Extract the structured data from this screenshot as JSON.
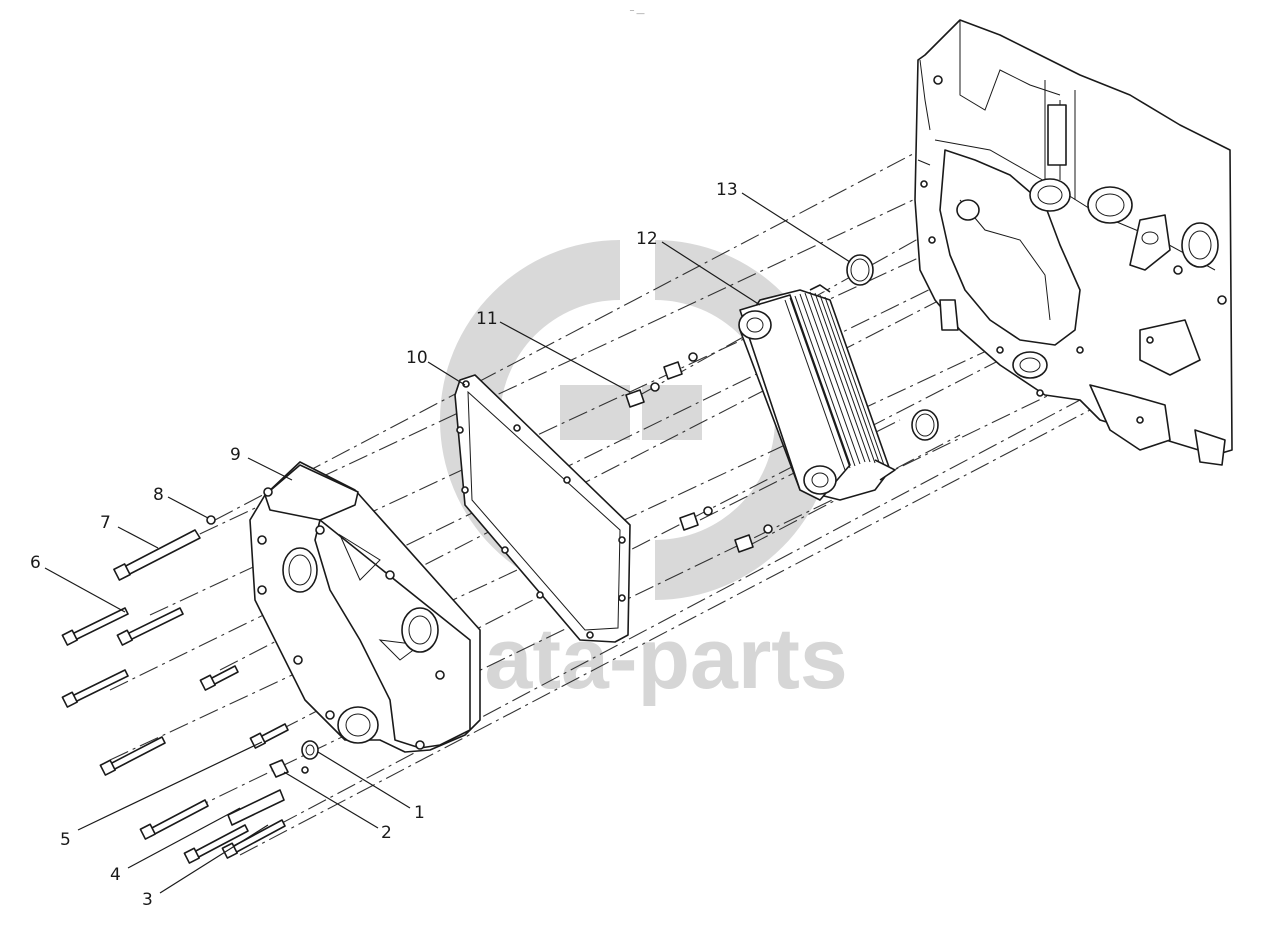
{
  "watermark": {
    "text": "data-parts",
    "color": "#d9d9d9"
  },
  "header_mark": "‾ ―",
  "callouts": [
    {
      "id": "label-1",
      "text": "1"
    },
    {
      "id": "label-2",
      "text": "2"
    },
    {
      "id": "label-3",
      "text": "3"
    },
    {
      "id": "label-4",
      "text": "4"
    },
    {
      "id": "label-5",
      "text": "5"
    },
    {
      "id": "label-6",
      "text": "6"
    },
    {
      "id": "label-7",
      "text": "7"
    },
    {
      "id": "label-8",
      "text": "8"
    },
    {
      "id": "label-9",
      "text": "9"
    },
    {
      "id": "label-10",
      "text": "10"
    },
    {
      "id": "label-11",
      "text": "11"
    },
    {
      "id": "label-12",
      "text": "12"
    },
    {
      "id": "label-13",
      "text": "13"
    }
  ]
}
